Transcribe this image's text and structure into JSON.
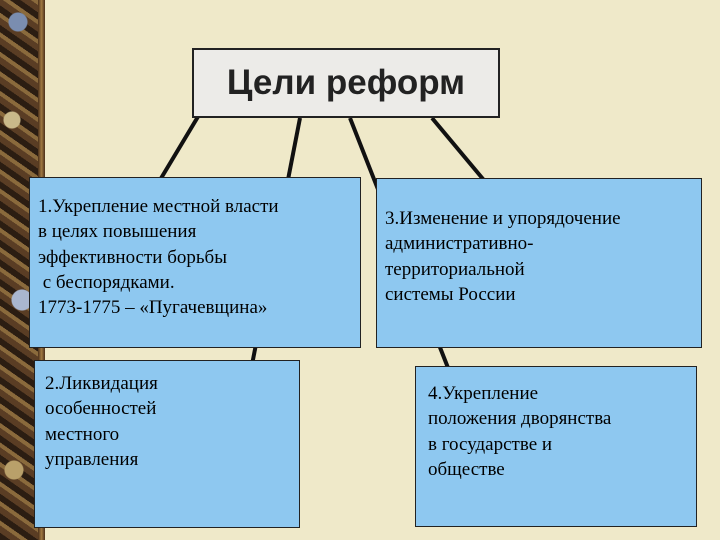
{
  "title": "Цели реформ",
  "goals": [
    {
      "lines": [
        "1.Укрепление местной власти",
        "в целях повышения",
        "эффективности борьбы",
        " с беспорядками.",
        "1773-1775 – «Пугачевщина»"
      ]
    },
    {
      "lines": [
        "2.Ликвидация",
        "особенностей",
        "местного",
        "управления"
      ]
    },
    {
      "lines": [
        "3.Изменение и упорядочение",
        "административно-",
        "территориальной",
        "системы России"
      ]
    },
    {
      "lines": [
        "4.Укрепление",
        "положения дворянства",
        "в государстве и",
        "обществе"
      ]
    }
  ],
  "colors": {
    "box_fill": "#8ec8f0",
    "title_fill": "#ecebe8",
    "background": "#efe9c9",
    "connector": "#111111"
  }
}
